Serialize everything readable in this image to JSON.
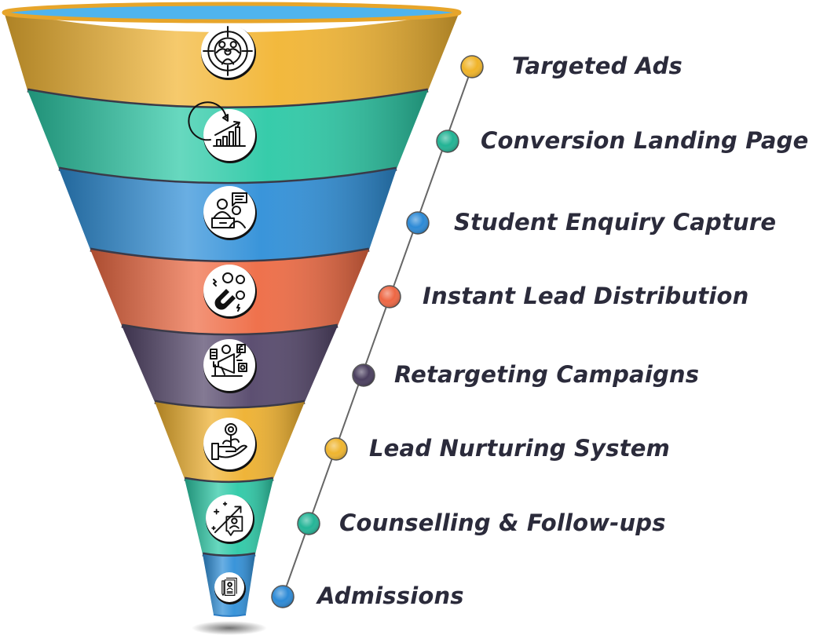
{
  "title": "Student admissions funnel",
  "stages": [
    {
      "label": "Targeted Ads",
      "icon": "target-audience-icon",
      "color": "#f2b533",
      "dot": "#f0b429"
    },
    {
      "label": "Conversion Landing Page",
      "icon": "growth-chart-icon",
      "color": "#2cc9a6",
      "dot": "#22b394"
    },
    {
      "label": "Student Enquiry Capture",
      "icon": "reception-desk-icon",
      "color": "#2f8fd8",
      "dot": "#2d8ad6"
    },
    {
      "label": "Instant Lead Distribution",
      "icon": "lead-magnet-icon",
      "color": "#ee6a43",
      "dot": "#ee6744"
    },
    {
      "label": "Retargeting Campaigns",
      "icon": "megaphone-social-icon",
      "color": "#54466a",
      "dot": "#4b3f5f"
    },
    {
      "label": "Lead Nurturing System",
      "icon": "hand-growth-icon",
      "color": "#eeb02e",
      "dot": "#efb52f"
    },
    {
      "label": "Counselling & Follow-ups",
      "icon": "counselling-chat-icon",
      "color": "#2cc9a6",
      "dot": "#24b597"
    },
    {
      "label": "Admissions",
      "icon": "admission-document-icon",
      "color": "#2f8fd8",
      "dot": "#2d8ad6"
    }
  ],
  "rim_color": "#4fb4ee",
  "connector_color": "#666666",
  "label_color": "#2b2b3b"
}
